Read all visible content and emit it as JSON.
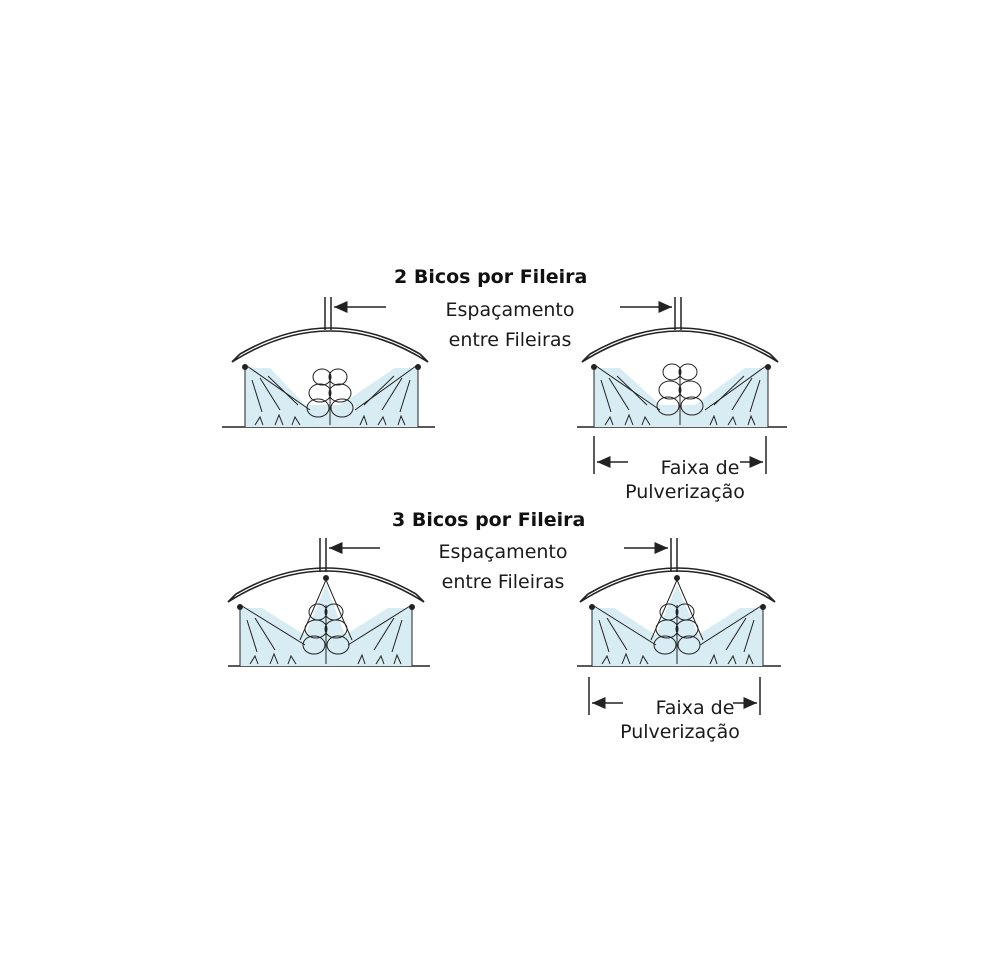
{
  "diagram": {
    "sections": [
      {
        "title": "2 Bicos por Fileira",
        "row_spacing_label": [
          "Espaçamento",
          "entre Fileiras"
        ],
        "spray_width_label": [
          "Faixa de",
          "Pulverização"
        ],
        "nozzles_per_row": 2
      },
      {
        "title": "3 Bicos por Fileira",
        "row_spacing_label": [
          "Espaçamento",
          "entre Fileiras"
        ],
        "spray_width_label": [
          "Faixa de",
          "Pulverização"
        ],
        "nozzles_per_row": 3
      }
    ],
    "colors": {
      "spray": "#d8ecf4",
      "ink": "#222222"
    }
  }
}
